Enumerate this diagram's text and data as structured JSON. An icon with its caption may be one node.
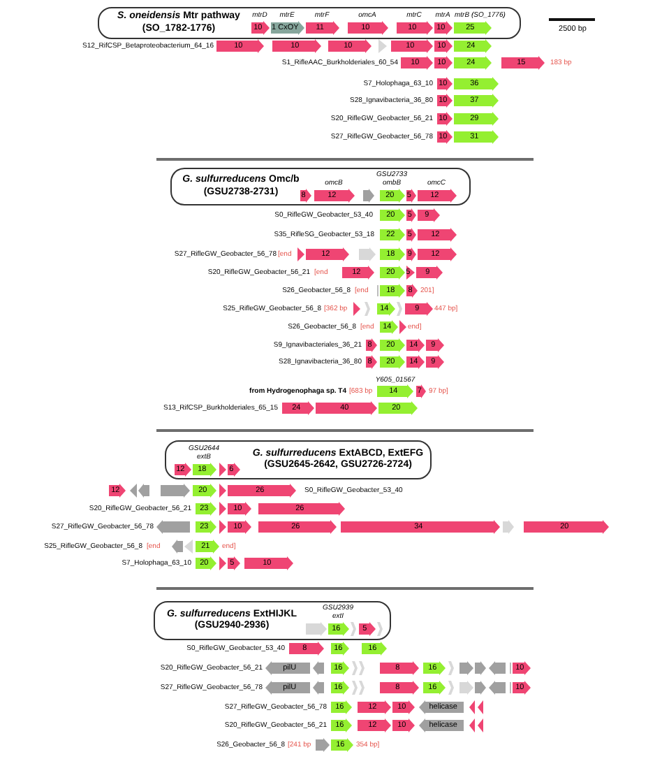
{
  "diagram": {
    "nodes": [
      {
        "text": [
          "*S. oneidensis* Mtr pathway",
          "(SO_1782-1776)"
        ]
      },
      {
        "text": [
          "10"
        ],
        "in": 0,
        "beside": [
          "mtrD"
        ]
      },
      {
        "text": [
          "1 CxOY"
        ],
        "in": 0,
        "beside": [
          "mtrE"
        ]
      },
      {
        "text": [
          "11"
        ],
        "in": 0,
        "beside": [
          "mtrF"
        ]
      },
      {
        "text": [
          "10"
        ],
        "in": 0,
        "beside": [
          "omcA"
        ]
      },
      {
        "text": [
          "10"
        ],
        "in": 0,
        "beside": [
          "mtrC"
        ]
      },
      {
        "text": [
          "10"
        ],
        "in": 0,
        "beside": [
          "mtrA"
        ]
      },
      {
        "text": [
          "25"
        ],
        "in": 0,
        "beside": [
          "mtrB (SO_1776)"
        ]
      },
      {
        "text": [
          "10"
        ]
      },
      {
        "text": [
          "10"
        ]
      },
      {
        "text": [
          "10"
        ]
      },
      {
        "text": [],
        "shape": "arrow"
      },
      {
        "text": [
          "10"
        ]
      },
      {
        "text": [
          "10"
        ]
      },
      {
        "text": [
          "24"
        ]
      },
      {
        "text": [
          "10"
        ]
      },
      {
        "text": [
          "10"
        ]
      },
      {
        "text": [
          "24"
        ]
      },
      {
        "text": [
          "15"
        ]
      },
      {
        "text": [
          "10"
        ]
      },
      {
        "text": [
          "36"
        ]
      },
      {
        "text": [
          "10"
        ]
      },
      {
        "text": [
          "37"
        ]
      },
      {
        "text": [
          "10"
        ]
      },
      {
        "text": [
          "29"
        ]
      },
      {
        "text": [
          "10"
        ]
      },
      {
        "text": [
          "31"
        ]
      },
      {
        "text": [
          "*G. sulfurreducens* Omc/b",
          "(GSU2738-2731)"
        ]
      },
      {
        "text": [
          "8"
        ],
        "in": 27
      },
      {
        "text": [
          "12"
        ],
        "in": 27,
        "beside": [
          "omcB"
        ]
      },
      {
        "text": [],
        "shape": "arrow",
        "in": 27
      },
      {
        "text": [
          "20"
        ],
        "in": 27,
        "beside": [
          "GSU2733",
          "ombB"
        ]
      },
      {
        "text": [
          "5"
        ],
        "in": 27
      },
      {
        "text": [
          "12"
        ],
        "in": 27,
        "beside": [
          "omcC"
        ]
      },
      {
        "text": [
          "20"
        ]
      },
      {
        "text": [
          "5"
        ]
      },
      {
        "text": [
          "9"
        ]
      },
      {
        "text": [
          "22"
        ]
      },
      {
        "text": [
          "5"
        ]
      },
      {
        "text": [
          "12"
        ]
      },
      {
        "text": [],
        "shape": "arrow"
      },
      {
        "text": [
          "12"
        ]
      },
      {
        "text": [],
        "shape": "arrow"
      },
      {
        "text": [
          "18"
        ]
      },
      {
        "text": [
          "9"
        ]
      },
      {
        "text": [
          "12"
        ]
      },
      {
        "text": [
          "12"
        ]
      },
      {
        "text": [
          "20"
        ]
      },
      {
        "text": [
          "5"
        ]
      },
      {
        "text": [
          "9"
        ]
      },
      {
        "text": [
          "18"
        ]
      },
      {
        "text": [
          "8"
        ]
      },
      {
        "text": [],
        "shape": "arrow"
      },
      {
        "text": [],
        "shape": "arrow"
      },
      {
        "text": [
          "14"
        ]
      },
      {
        "text": [],
        "shape": "arrow"
      },
      {
        "text": [
          "9"
        ]
      },
      {
        "text": [
          "14"
        ]
      },
      {
        "text": [],
        "shape": "arrow"
      },
      {
        "text": [
          "8"
        ]
      },
      {
        "text": [
          "20"
        ]
      },
      {
        "text": [
          "14"
        ]
      },
      {
        "text": [
          "9"
        ]
      },
      {
        "text": [
          "8"
        ]
      },
      {
        "text": [
          "20"
        ]
      },
      {
        "text": [
          "14"
        ]
      },
      {
        "text": [
          "9"
        ]
      },
      {
        "text": [
          "14"
        ],
        "beside": [
          "Y605_01567"
        ]
      },
      {
        "text": [
          "7"
        ]
      },
      {
        "text": [
          "24"
        ]
      },
      {
        "text": [
          "40"
        ]
      },
      {
        "text": [
          "20"
        ]
      },
      {
        "text": [
          "*G. sulfurreducens* ExtABCD, ExtEFG",
          "(GSU2645-2642, GSU2726-2724)"
        ]
      },
      {
        "text": [
          "12"
        ],
        "in": 72
      },
      {
        "text": [
          "18"
        ],
        "in": 72,
        "beside": [
          "GSU2644",
          "extB"
        ]
      },
      {
        "text": [],
        "shape": "arrow",
        "in": 72
      },
      {
        "text": [
          "6"
        ],
        "in": 72
      },
      {
        "text": [
          "12"
        ]
      },
      {
        "text": [],
        "shape": "arrow"
      },
      {
        "text": [],
        "shape": "arrow"
      },
      {
        "text": [],
        "shape": "arrow"
      },
      {
        "text": [
          "20"
        ]
      },
      {
        "text": [],
        "shape": "arrow"
      },
      {
        "text": [
          "26"
        ]
      },
      {
        "text": [
          "23"
        ]
      },
      {
        "text": [],
        "shape": "arrow"
      },
      {
        "text": [
          "10"
        ]
      },
      {
        "text": [
          "26"
        ]
      },
      {
        "text": [],
        "shape": "arrow"
      },
      {
        "text": [
          "23"
        ]
      },
      {
        "text": [],
        "shape": "arrow"
      },
      {
        "text": [
          "10"
        ]
      },
      {
        "text": [
          "26"
        ]
      },
      {
        "text": [
          "34"
        ]
      },
      {
        "text": [],
        "shape": "arrow"
      },
      {
        "text": [
          "20"
        ]
      },
      {
        "text": [],
        "shape": "arrow"
      },
      {
        "text": [],
        "shape": "arrow"
      },
      {
        "text": [
          "21"
        ]
      },
      {
        "text": [
          "20"
        ]
      },
      {
        "text": [],
        "shape": "arrow"
      },
      {
        "text": [
          "5"
        ]
      },
      {
        "text": [
          "10"
        ]
      },
      {
        "text": [
          "*G. sulfurreducens* ExtHIJKL",
          "(GSU2940-2936)"
        ]
      },
      {
        "text": [],
        "shape": "arrow",
        "in": 103
      },
      {
        "text": [
          "16"
        ],
        "in": 103,
        "beside": [
          "GSU2939",
          "extI"
        ]
      },
      {
        "text": [],
        "shape": "arrow",
        "in": 103
      },
      {
        "text": [
          "5"
        ],
        "in": 103
      },
      {
        "text": [],
        "shape": "arrow",
        "in": 103
      },
      {
        "text": [
          "8"
        ]
      },
      {
        "text": [
          "16"
        ]
      },
      {
        "text": [
          "16"
        ]
      },
      {
        "text": [
          "pilU"
        ]
      },
      {
        "text": [],
        "shape": "arrow"
      },
      {
        "text": [
          "16"
        ]
      },
      {
        "text": [],
        "shape": "arrow"
      },
      {
        "text": [],
        "shape": "arrow"
      },
      {
        "text": [
          "8"
        ]
      },
      {
        "text": [
          "16"
        ]
      },
      {
        "text": [],
        "shape": "arrow"
      },
      {
        "text": [],
        "shape": "arrow"
      },
      {
        "text": [],
        "shape": "arrow"
      },
      {
        "text": [],
        "shape": "arrow"
      },
      {
        "text": [
          "10"
        ]
      },
      {
        "text": [
          "pilU"
        ]
      },
      {
        "text": [],
        "shape": "arrow"
      },
      {
        "text": [
          "16"
        ]
      },
      {
        "text": [],
        "shape": "arrow"
      },
      {
        "text": [],
        "shape": "arrow"
      },
      {
        "text": [
          "8"
        ]
      },
      {
        "text": [
          "16"
        ]
      },
      {
        "text": [],
        "shape": "arrow"
      },
      {
        "text": [],
        "shape": "arrow"
      },
      {
        "text": [],
        "shape": "arrow"
      },
      {
        "text": [],
        "shape": "arrow"
      },
      {
        "text": [
          "10"
        ]
      },
      {
        "text": [
          "16"
        ]
      },
      {
        "text": [
          "12"
        ]
      },
      {
        "text": [
          "10"
        ]
      },
      {
        "text": [
          "helicase"
        ]
      },
      {
        "text": [],
        "shape": "arrow"
      },
      {
        "text": [],
        "shape": "arrow"
      },
      {
        "text": [
          "16"
        ]
      },
      {
        "text": [
          "12"
        ]
      },
      {
        "text": [
          "10"
        ]
      },
      {
        "text": [
          "helicase"
        ]
      },
      {
        "text": [],
        "shape": "arrow"
      },
      {
        "text": [],
        "shape": "arrow"
      },
      {
        "text": [],
        "shape": "arrow"
      },
      {
        "text": [
          "16"
        ]
      }
    ],
    "labels": [
      "2500 bp",
      "S12_RifCSP_Betaproteobacterium_64_16",
      "S1_RifleAAC_Burkholderiales_60_54",
      "183 bp",
      "S7_Holophaga_63_10",
      "S28_Ignavibacteria_36_80",
      "S20_RifleGW_Geobacter_56_21",
      "S27_RifleGW_Geobacter_56_78",
      "S0_RifleGW_Geobacter_53_40",
      "S35_RifleSG_Geobacter_53_18",
      "S27_RifleGW_Geobacter_56_78",
      "[end",
      "S20_RifleGW_Geobacter_56_21",
      "[end",
      "S26_Geobacter_56_8",
      "[end",
      "201]",
      "S25_RifleGW_Geobacter_56_8",
      "[362 bp",
      "447 bp]",
      "S26_Geobacter_56_8",
      "[end",
      "end]",
      "S9_Ignavibacteriales_36_21",
      "S28_Ignavibacteria_36_80",
      "from Hydrogenophaga sp. T4",
      "[683 bp",
      "97 bp]",
      "S13_RifCSP_Burkholderiales_65_15",
      "S0_RifleGW_Geobacter_53_40",
      "S20_RifleGW_Geobacter_56_21",
      "S27_RifleGW_Geobacter_56_78",
      "S25_RifleGW_Geobacter_56_8",
      "[end",
      "end]",
      "S7_Holophaga_63_10",
      "S0_RifleGW_Geobacter_53_40",
      "S20_RifleGW_Geobacter_56_21",
      "S27_RifleGW_Geobacter_56_78",
      "S27_RifleGW_Geobacter_56_78",
      "S20_RifleGW_Geobacter_56_21",
      "S26_Geobacter_56_8",
      "[241 bp",
      "354 bp]"
    ]
  }
}
